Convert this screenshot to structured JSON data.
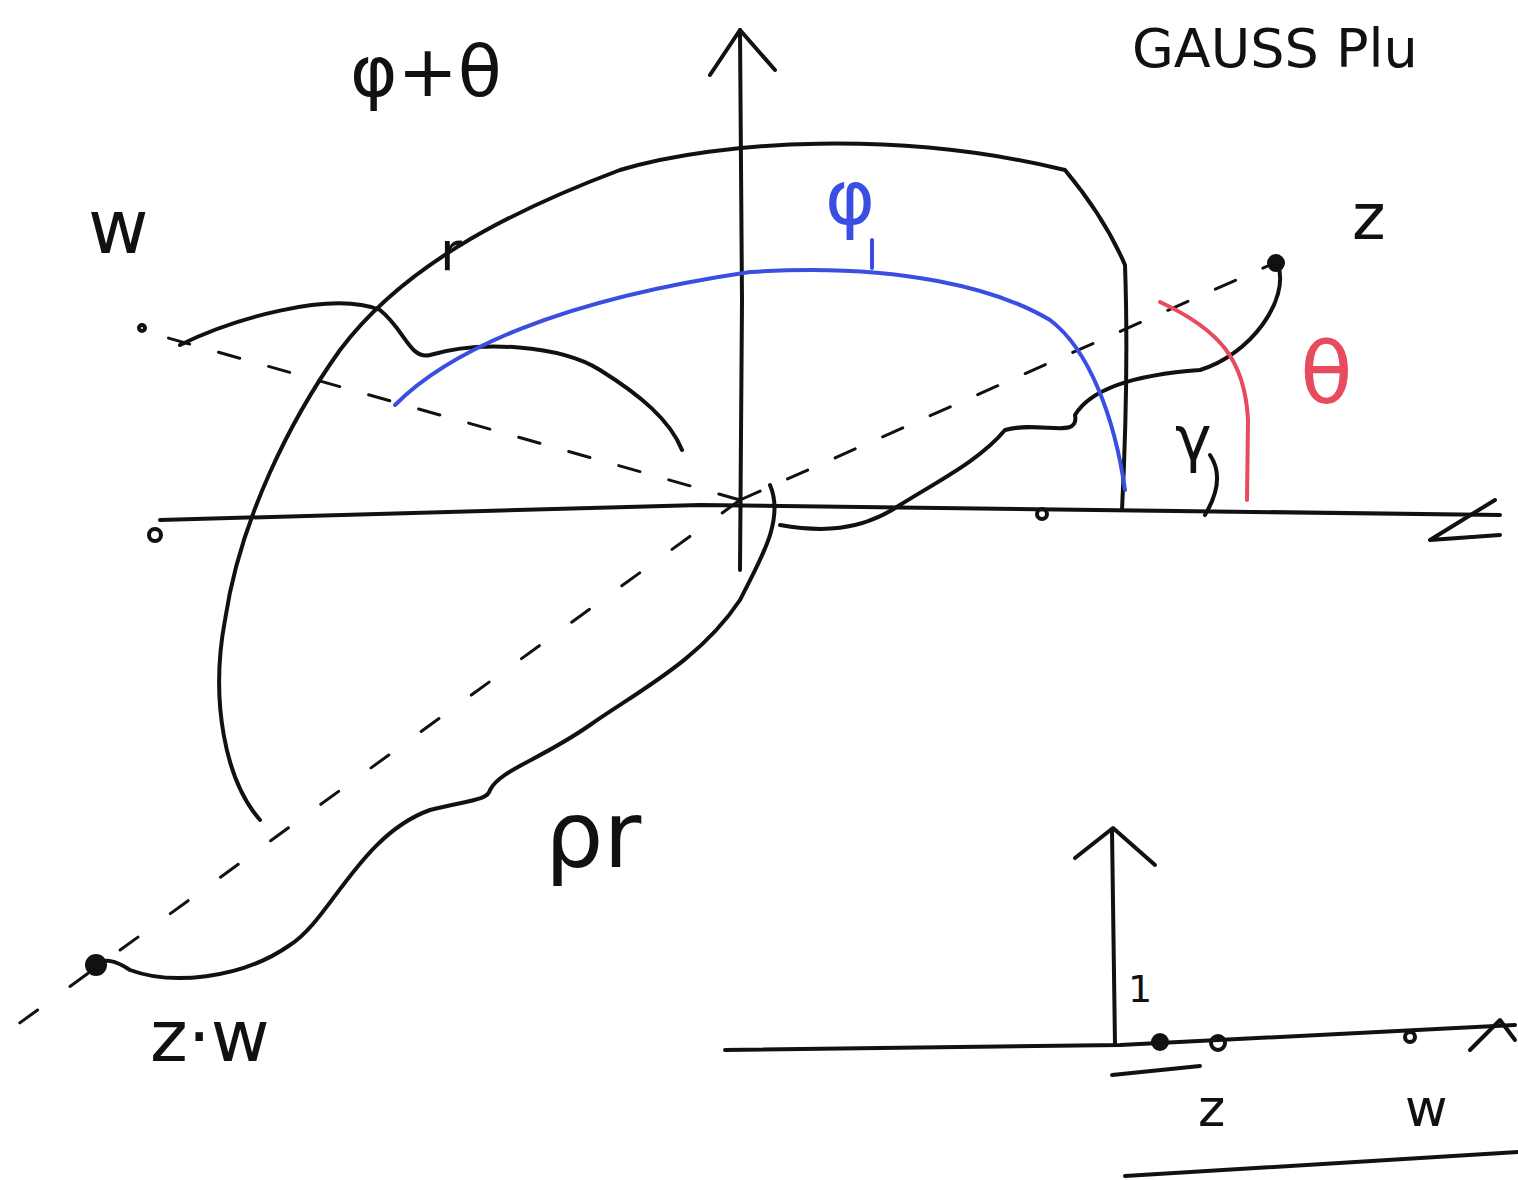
{
  "diagram": {
    "labels": [
      "GAUSS Plu",
      "φ+θ",
      "w",
      "r",
      "φ",
      "z",
      "θ",
      "γ",
      "ρr",
      "z·w",
      "1",
      "z",
      "w"
    ]
  }
}
